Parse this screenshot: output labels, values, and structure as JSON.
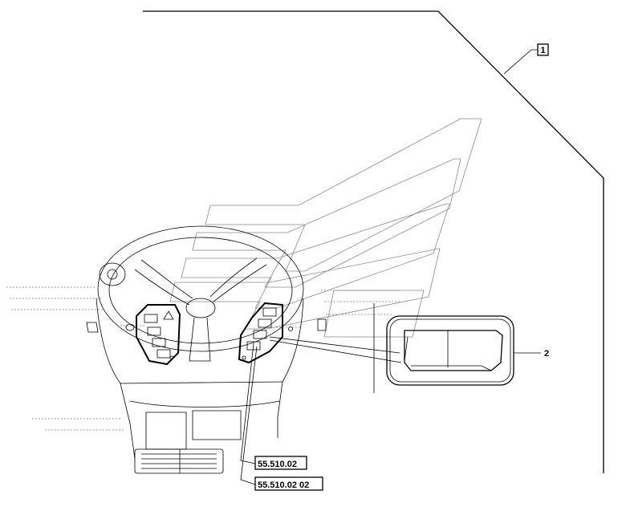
{
  "labels": {
    "item_1": "1",
    "item_2": "2",
    "ref_upper": "55.510.02",
    "ref_lower": "55.510.02 02"
  }
}
